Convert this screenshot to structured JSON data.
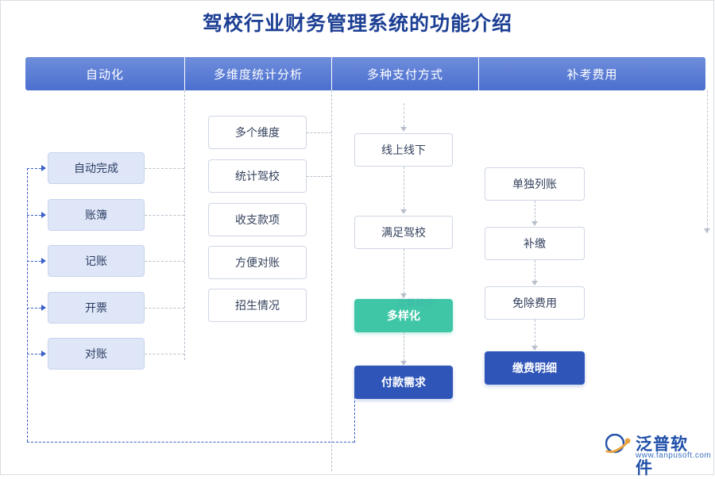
{
  "title": "驾校行业财务管理系统的功能介绍",
  "colors": {
    "title": "#1c3f94",
    "header_bar": "#4b6fcf",
    "lavender_node": "#dfe6f7",
    "teal_node": "#3fc6a6",
    "blue_node": "#2f55b8",
    "dashed_line": "#b9c0cc",
    "dashed_line_blue": "#3a5fc8"
  },
  "headers": [
    {
      "label": "自动化"
    },
    {
      "label": "多维度统计分析"
    },
    {
      "label": "多种支付方式"
    },
    {
      "label": "补考费用"
    }
  ],
  "columns": {
    "automation": [
      {
        "label": "自动完成"
      },
      {
        "label": "账簿"
      },
      {
        "label": "记账"
      },
      {
        "label": "开票"
      },
      {
        "label": "对账"
      }
    ],
    "statistics": [
      {
        "label": "多个维度"
      },
      {
        "label": "统计驾校"
      },
      {
        "label": "收支款项"
      },
      {
        "label": "方便对账"
      },
      {
        "label": "招生情况"
      }
    ],
    "payment": [
      {
        "label": "线上线下"
      },
      {
        "label": "满足驾校"
      },
      {
        "label": "多样化"
      },
      {
        "label": "付款需求"
      }
    ],
    "retake_fee": [
      {
        "label": "单独列账"
      },
      {
        "label": "补缴"
      },
      {
        "label": "免除费用"
      },
      {
        "label": "缴费明细"
      }
    ]
  },
  "watermark": {
    "center_text": "泛普软件",
    "logo_cn": "泛普软件",
    "logo_en": "www.fanpusoft.com"
  }
}
